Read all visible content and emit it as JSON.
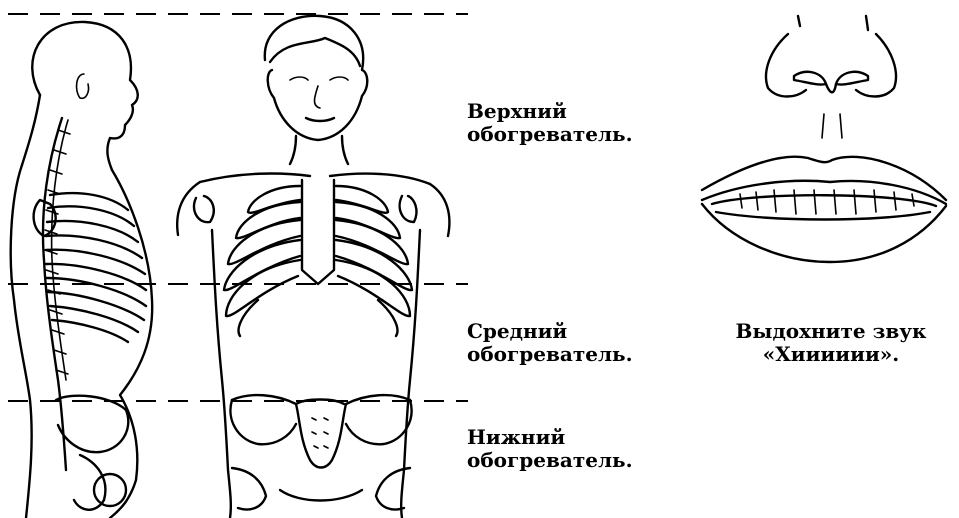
{
  "labels": {
    "upper_line1": "Верхний",
    "upper_line2": "обогреватель.",
    "middle_line1": "Средний",
    "middle_line2": "обогреватель.",
    "lower_line1": "Нижний",
    "lower_line2": "обогреватель.",
    "exhale_line1": "Выдохните звук",
    "exhale_line2": "«Хииииии»."
  },
  "colors": {
    "ink": "#000000",
    "paper": "#ffffff"
  }
}
